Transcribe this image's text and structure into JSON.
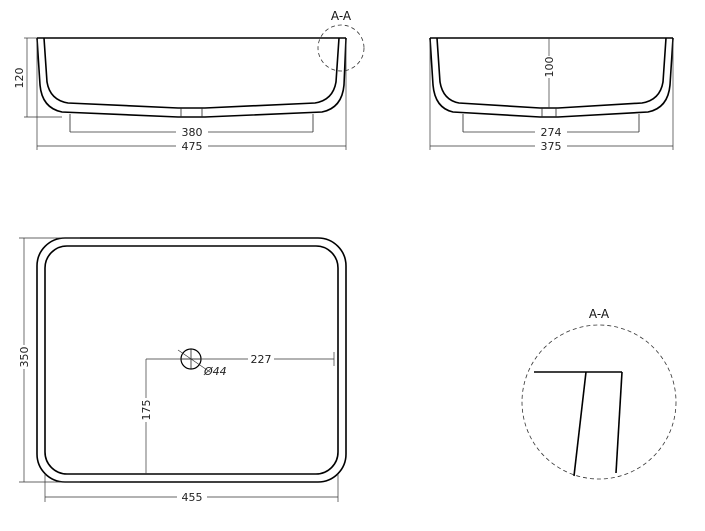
{
  "section_label_top": "A-A",
  "section_label_detail": "A-A",
  "front_view": {
    "height": "120",
    "base_width": "380",
    "overall_width": "475"
  },
  "side_view": {
    "depth": "100",
    "base_width": "274",
    "overall_width": "375"
  },
  "plan_view": {
    "height": "350",
    "width": "455",
    "drain_offset_x": "227",
    "drain_offset_y": "175",
    "drain_diameter": "Ø44"
  }
}
